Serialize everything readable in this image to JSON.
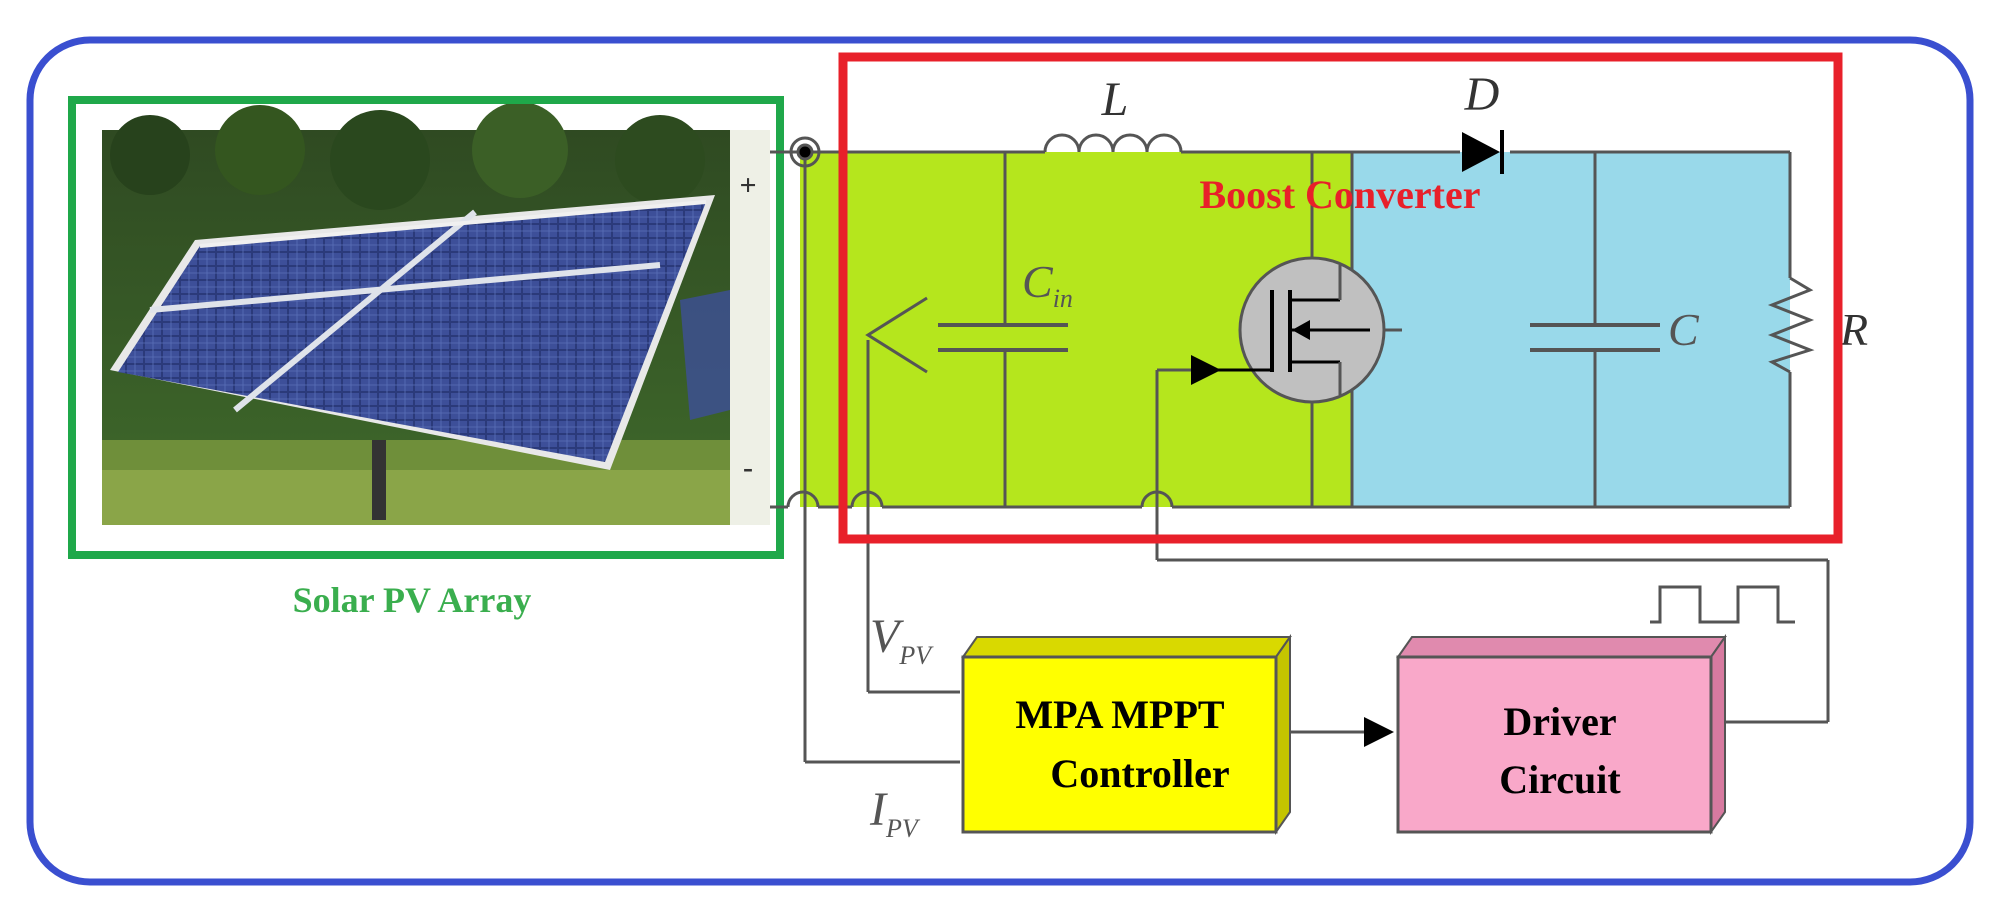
{
  "pv_array": {
    "label": "Solar PV Array",
    "plus_terminal": "+",
    "minus_terminal": "-"
  },
  "boost_converter": {
    "label": "Boost Converter",
    "inductor": "L",
    "diode": "D",
    "input_capacitor": "C",
    "input_capacitor_sub": "in",
    "output_capacitor": "C",
    "load": "R"
  },
  "controller": {
    "line1": "MPA MPPT",
    "line2": "Controller",
    "voltage_signal": "V",
    "voltage_sub": "PV",
    "current_signal": "I",
    "current_sub": "PV"
  },
  "driver": {
    "line1": "Driver",
    "line2": "Circuit"
  },
  "colors": {
    "outer_border": "#3a4fd0",
    "pv_border": "#1fa84a",
    "pv_label": "#3aae4e",
    "converter_border": "#e8202a",
    "converter_label": "#e8202a",
    "input_section_fill": "#b5e61d",
    "output_section_fill": "#99d9ea",
    "controller_fill": "#ffff00",
    "driver_fill": "#f9a8c9"
  }
}
